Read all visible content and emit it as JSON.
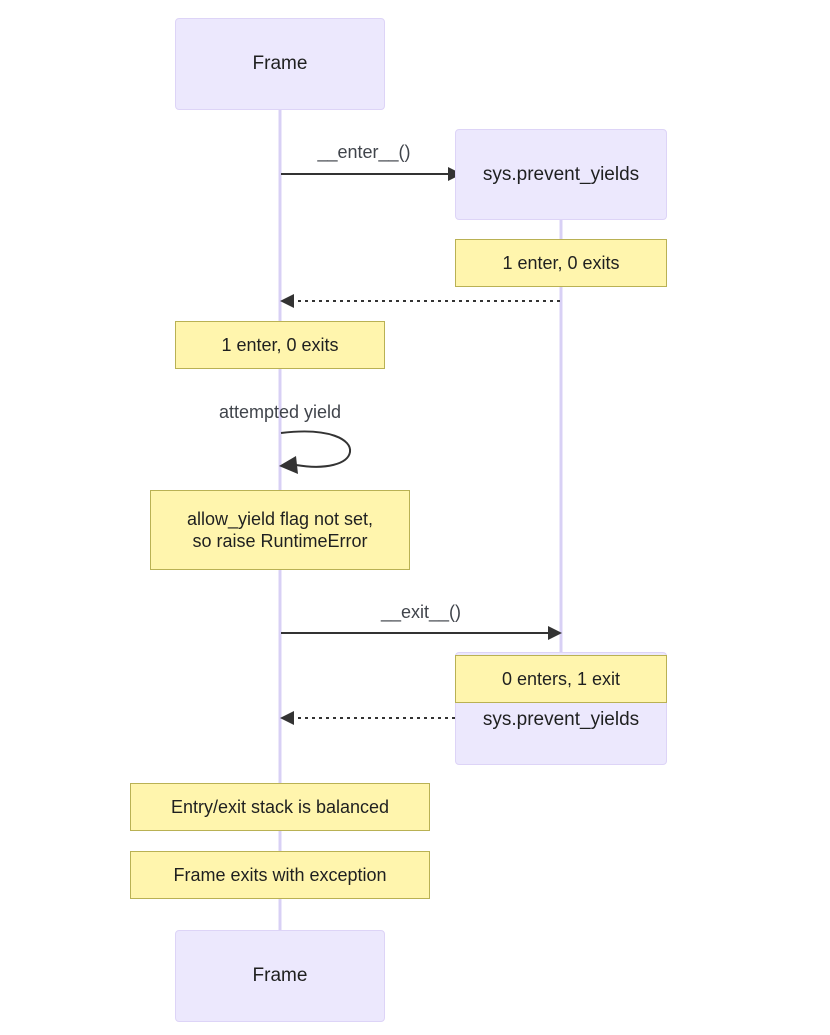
{
  "diagram": {
    "type": "sequence-diagram",
    "colors": {
      "actor_fill": "#ece8fd",
      "actor_stroke": "#ddd4f7",
      "note_fill": "#fff5ad",
      "note_stroke": "#b9b154",
      "lifeline": "#d8d0f5",
      "arrow": "#333333",
      "text": "#1f2020",
      "label_text": "#40444b",
      "background": "#ffffff"
    },
    "participants": [
      {
        "id": "frame",
        "label": "Frame"
      },
      {
        "id": "prevent_yields",
        "label": "sys.prevent_yields"
      }
    ],
    "actors": {
      "frame_top": "Frame",
      "frame_bottom": "Frame",
      "prevent_top": "sys.prevent_yields",
      "prevent_bottom": "sys.prevent_yields"
    },
    "messages": [
      {
        "id": "enter",
        "label": "__enter__()",
        "from": "frame",
        "to": "prevent_yields",
        "style": "solid"
      },
      {
        "id": "return_enter",
        "label": "",
        "from": "prevent_yields",
        "to": "frame",
        "style": "dashed"
      },
      {
        "id": "attempted_yield",
        "label": "attempted yield",
        "from": "frame",
        "to": "frame",
        "style": "self-loop"
      },
      {
        "id": "exit",
        "label": "__exit__()",
        "from": "frame",
        "to": "prevent_yields",
        "style": "solid"
      },
      {
        "id": "return_exit",
        "label": "",
        "from": "prevent_yields",
        "to": "frame",
        "style": "dashed"
      }
    ],
    "notes": [
      {
        "id": "note-prevent-enter",
        "text": "1 enter, 0 exits",
        "over": "prevent_yields"
      },
      {
        "id": "note-frame-enter",
        "text": "1 enter, 0 exits",
        "over": "frame"
      },
      {
        "id": "note-runtime-error",
        "line1": "allow_yield flag not set,",
        "line2": "so raise RuntimeError",
        "over": "frame"
      },
      {
        "id": "note-prevent-exit",
        "text": "0 enters, 1 exit",
        "over": "prevent_yields"
      },
      {
        "id": "note-balanced",
        "text": "Entry/exit stack is balanced",
        "over": "frame"
      },
      {
        "id": "note-exception",
        "text": "Frame exits with exception",
        "over": "frame"
      }
    ]
  }
}
